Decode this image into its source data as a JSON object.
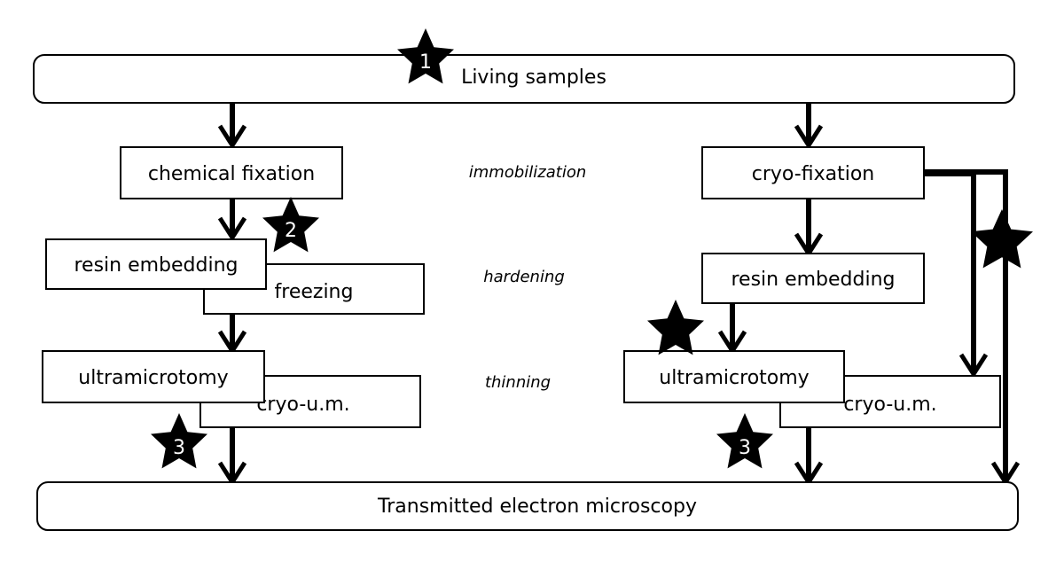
{
  "nodes": {
    "living_samples": "Living samples",
    "tem": "Transmitted electron microscopy",
    "chemical_fixation": "chemical fixation",
    "resin_embedding_left": "resin embedding",
    "freezing": "freezing",
    "ultramicrotomy_left": "ultramicrotomy",
    "cryo_um_left": "cryo-u.m.",
    "cryo_fixation": "cryo-fixation",
    "resin_embedding_right": "resin embedding",
    "ultramicrotomy_right": "ultramicrotomy",
    "cryo_um_right": "cryo-u.m."
  },
  "stages": {
    "immobilization": "immobilization",
    "hardening": "hardening",
    "thinning": "thinning"
  },
  "stars": {
    "s1": "1",
    "s2": "2",
    "s3_left": "3",
    "s3_right": "3"
  },
  "colors": {
    "stroke": "#000000",
    "fill": "#ffffff",
    "star": "#000000"
  }
}
